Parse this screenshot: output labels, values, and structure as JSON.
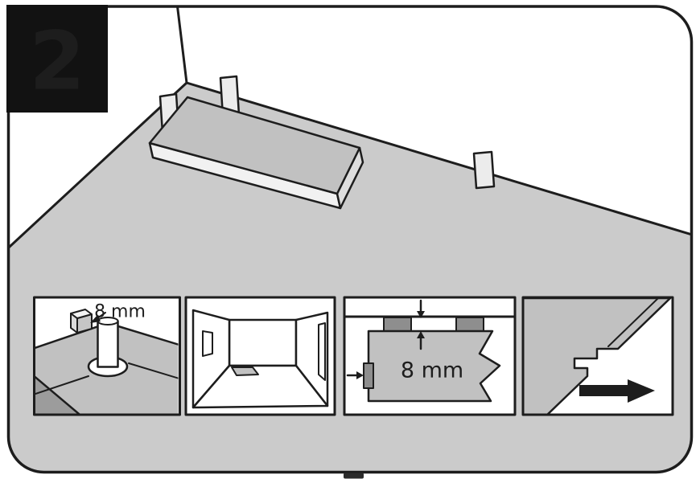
{
  "step_badge": {
    "number": "2"
  },
  "panel_pipe_clearance": {
    "gap_label": "8 mm"
  },
  "panel_edge_clearance": {
    "gap_label": "8 mm"
  },
  "colors": {
    "outline": "#1d1d1d",
    "floor": "#cbcbcb",
    "floor_shadow": "#9c9c9c",
    "plank_top": "#c1c1c1",
    "plank_front": "#f1f1f1",
    "plank_end": "#dedede",
    "spacer_light": "#ececec",
    "spacer_dark": "#8e8e8e",
    "panel_bg": "#ffffff",
    "badge_bg": "#121212",
    "badge_text": "#ffffff"
  }
}
